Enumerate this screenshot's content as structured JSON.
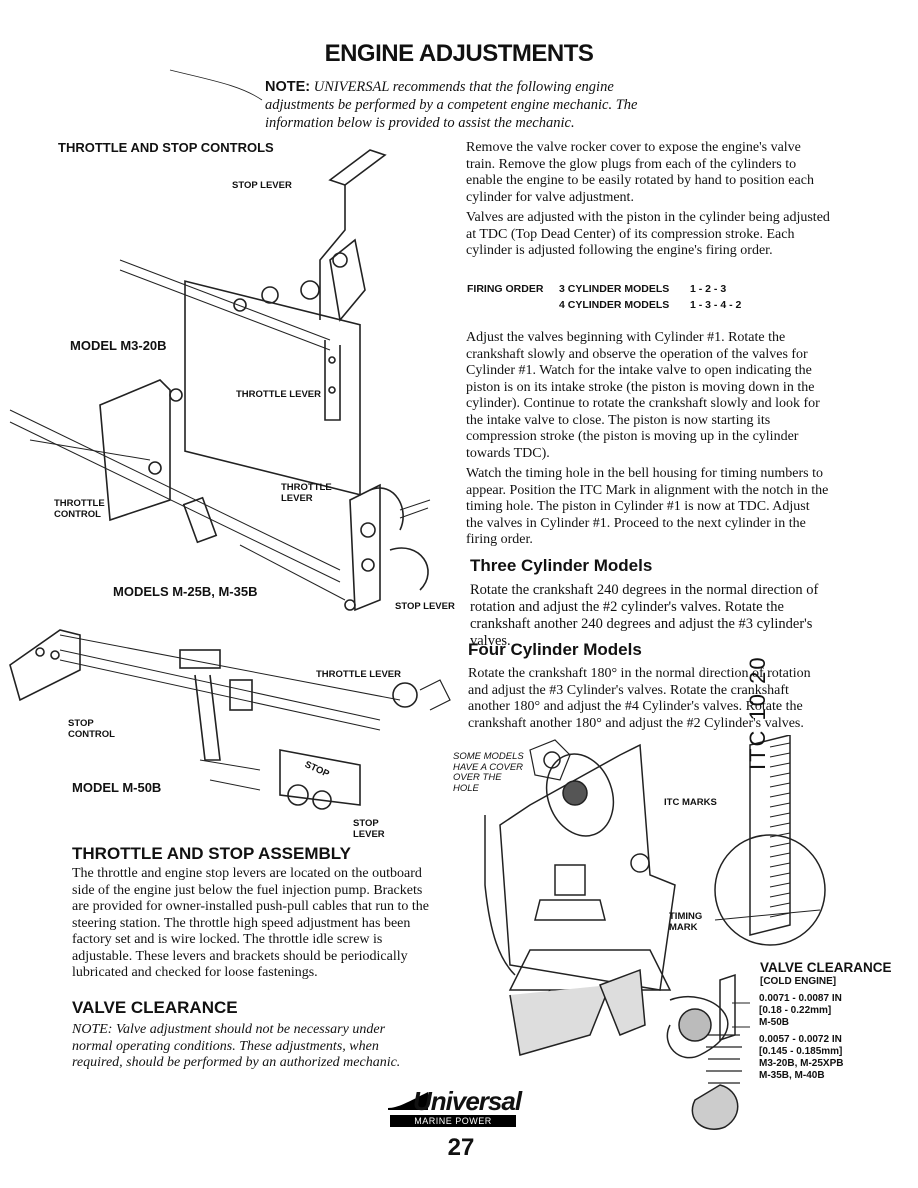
{
  "title": "ENGINE ADJUSTMENTS",
  "note": {
    "label": "NOTE:",
    "text": "UNIVERSAL recommends that the following engine adjustments be performed by a competent engine mechanic. The information below is provided to assist the mechanic."
  },
  "left": {
    "heading_controls": "THROTTLE AND STOP CONTROLS",
    "stop_lever": "STOP LEVER",
    "model_m320b": "MODEL M3-20B",
    "throttle_lever": "THROTTLE LEVER",
    "throttle_lever_2": "THROTTLE LEVER",
    "throttle_control": "THROTTLE CONTROL",
    "models_m25b": "MODELS M-25B, M-35B",
    "stop_lever_2": "STOP LEVER",
    "throttle_lever_3": "THROTTLE LEVER",
    "stop_control": "STOP CONTROL",
    "model_m50b": "MODEL M-50B",
    "stop_tag": "STOP",
    "stop_lever_3": "STOP LEVER",
    "assembly_heading": "THROTTLE AND STOP ASSEMBLY",
    "assembly_text": "The throttle and engine stop levers are located on the outboard side of the engine just below the fuel injection pump. Brackets are provided for owner-installed push-pull cables that run to the steering station. The throttle high speed adjustment has been factory set and is wire locked. The throttle idle screw is adjustable. These levers and brackets should be periodically lubricated and checked for loose fastenings.",
    "valve_heading": "VALVE CLEARANCE",
    "valve_note": "NOTE: Valve adjustment should not be necessary under normal operating conditions. These adjustments, when required, should be performed by an authorized mechanic."
  },
  "right": {
    "p1": "Remove the valve rocker cover to expose the engine's valve train. Remove the glow plugs from each of the cylinders to enable the engine to be easily rotated by hand to position each cylinder for valve adjustment.",
    "p2": "Valves are adjusted with the piston in the cylinder being adjusted at TDC (Top Dead Center) of its compression stroke. Each cylinder is adjusted following the engine's firing order.",
    "firing": {
      "label": "FIRING ORDER",
      "row1_model": "3 CYLINDER MODELS",
      "row1_order": "1 - 2 - 3",
      "row2_model": "4 CYLINDER MODELS",
      "row2_order": "1 - 3 - 4 - 2"
    },
    "p3": "Adjust the valves beginning with Cylinder #1. Rotate the crankshaft slowly and observe the operation of the valves for Cylinder #1. Watch for the intake valve to open indicating the piston is on its intake stroke (the piston is moving down in the cylinder). Continue to rotate the crankshaft slowly and look for the intake valve to close. The piston is now starting its compression stroke (the piston is moving up in the cylinder towards TDC).",
    "p4": "Watch the timing hole in the bell housing for timing numbers to appear. Position the ITC Mark in alignment with the notch in the timing hole. The piston in Cylinder #1 is now at TDC. Adjust the valves in Cylinder #1. Proceed to the next cylinder in the firing order.",
    "three_heading": "Three Cylinder Models",
    "three_text": "Rotate the crankshaft 240 degrees in the normal direction of rotation and adjust the #2 cylinder's valves. Rotate the crankshaft another 240 degrees and adjust the #3 cylinder's valves.",
    "four_heading": "Four Cylinder Models",
    "four_text": "Rotate the crankshaft 180° in the normal direction of rotation and adjust the #3 Cylinder's valves. Rotate the crankshaft another 180° and adjust the #4 Cylinder's valves. Rotate the crankshaft another 180° and adjust the #2 Cylinder's valves."
  },
  "timing_fig": {
    "some_models": "SOME MODELS HAVE A COVER OVER THE HOLE",
    "itc_marks": "ITC MARKS",
    "timing_mark": "TIMING MARK",
    "scale_text": "ITC 10 20"
  },
  "clearance": {
    "heading": "VALVE CLEARANCE",
    "sub": "[COLD ENGINE]",
    "line1": "0.0071 - 0.0087 IN",
    "line2": "[0.18 - 0.22mm]",
    "line3": "M-50B",
    "line4": "0.0057 - 0.0072 IN",
    "line5": "[0.145 - 0.185mm]",
    "line6": "M3-20B, M-25XPB",
    "line7": "M-35B, M-40B"
  },
  "logo": {
    "brand": "Universal",
    "tagline": "MARINE POWER"
  },
  "page_number": "27"
}
